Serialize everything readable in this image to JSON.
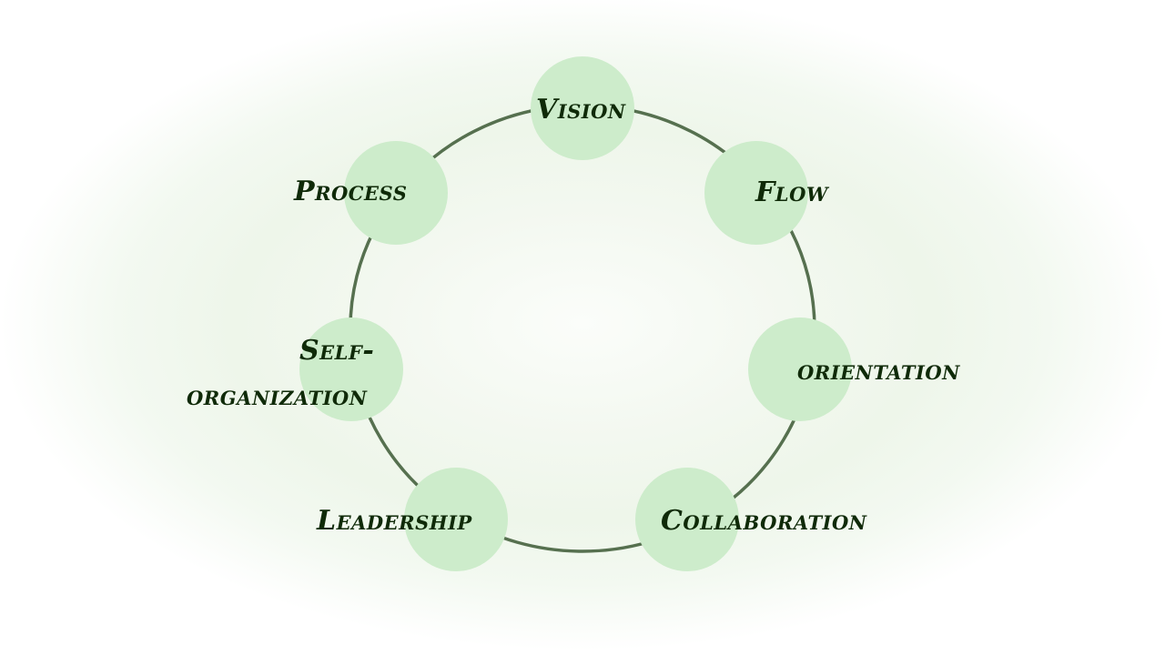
{
  "colors": {
    "node_fill": "#cdeccb",
    "ring_stroke": "#56704f",
    "label_text": "#0f2a08"
  },
  "nodes": [
    {
      "key": "vision",
      "label": "Vision"
    },
    {
      "key": "flow",
      "label": "Flow"
    },
    {
      "key": "orientation",
      "label": "orientation"
    },
    {
      "key": "collaboration",
      "label": "Collaboration"
    },
    {
      "key": "leadership",
      "label": "Leadership"
    },
    {
      "key": "self_org",
      "label_line1": "Self-",
      "label_line2": "organization"
    },
    {
      "key": "process",
      "label": "Process"
    }
  ]
}
